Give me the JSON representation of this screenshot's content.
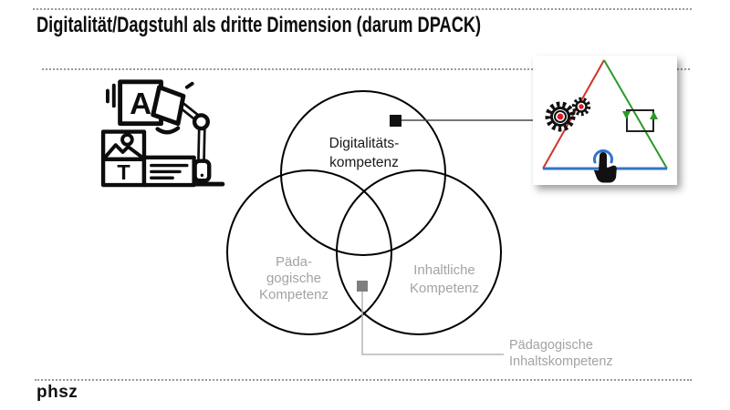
{
  "slide": {
    "title": "Digitalität/Dagstuhl als dritte Dimension (darum DPACK)",
    "footer_logo": "phsz"
  },
  "diagram": {
    "type": "venn",
    "circles": [
      {
        "id": "digitalitaet",
        "label_lines": [
          "Digitalitäts-",
          "kompetenz"
        ]
      },
      {
        "id": "paedagogik",
        "label_lines": [
          "Päda-",
          "gogische",
          "Kompetenz"
        ]
      },
      {
        "id": "inhalt",
        "label_lines": [
          "Inhaltliche",
          "Kompetenz"
        ]
      }
    ],
    "annotation": {
      "lines": [
        "Pädagogische",
        "Inhaltskompetenz"
      ]
    }
  },
  "robot_icon": {
    "letter_a": "A",
    "letter_t": "T"
  },
  "icons": {
    "robot_arm": "ai-robot-arm-icon",
    "gears": "gears-icon",
    "cycle": "cycle-arrows-icon",
    "touch": "touch-hand-icon",
    "triangle": "dagstuhl-triangle"
  },
  "colors": {
    "title_text": "#0d0d0d",
    "venn_stroke": "#000000",
    "gray_text": "#a3a3a3",
    "marker_black": "#111111",
    "marker_gray": "#7f7f7f",
    "connector_black": "#4a4a4a",
    "connector_gray": "#b5b5b5",
    "triangle_red": "#d0342c",
    "triangle_green": "#2a9a2a",
    "triangle_blue": "#2f74d0",
    "gear_hub_red": "#e01b24",
    "dotted_line": "#999999"
  }
}
